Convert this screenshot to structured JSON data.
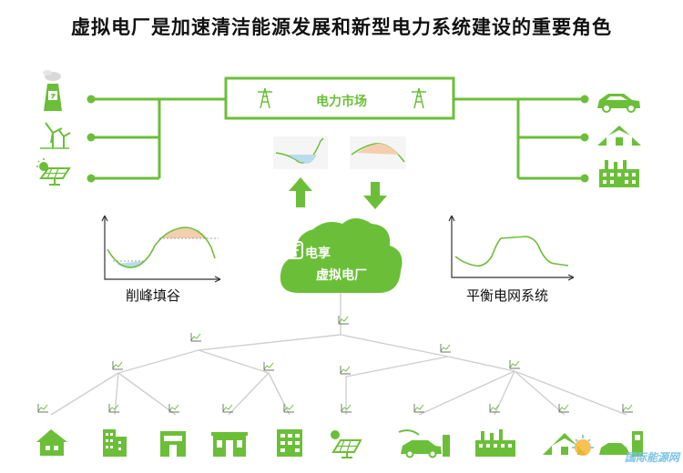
{
  "title": "虚拟电厂是加速清洁能源发展和新型电力系统建设的重要角色",
  "market": {
    "label": "电力市场"
  },
  "cloud": {
    "brand": "电享",
    "name": "虚拟电厂"
  },
  "charts": {
    "peak_label": "削峰填谷",
    "balance_label": "平衡电网系统"
  },
  "watermark": "国际能源网",
  "colors": {
    "accent": "#6bbf38",
    "connector": "#cfcfcf",
    "valley_fill": "#b9dcef",
    "peak_fill": "#f4cfae"
  },
  "icons": {
    "left_sources": [
      "power-plant-icon",
      "wind-turbine-icon",
      "solar-panel-icon"
    ],
    "right_consumers": [
      "electric-car-icon",
      "house-icon",
      "factory-icon"
    ],
    "bottom_resources": [
      "home-icon",
      "office-building-icon",
      "store-icon",
      "shopping-mall-icon",
      "apartment-icon",
      "solar-panel-icon",
      "ev-charging-icon",
      "factory-icon",
      "house-icon",
      "charging-station-icon"
    ]
  }
}
